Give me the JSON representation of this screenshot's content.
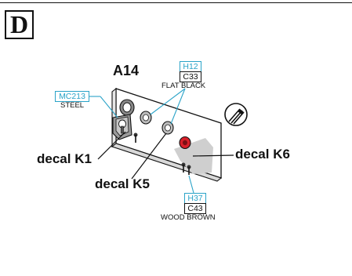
{
  "step": {
    "letter": "D"
  },
  "part": {
    "label": "A14"
  },
  "paints": {
    "flat_black": {
      "code_top": "H12",
      "code_bottom": "C33",
      "name": "FLAT BLACK"
    },
    "steel": {
      "code": "MC213",
      "name": "STEEL"
    },
    "wood_brown": {
      "code_top": "H37",
      "code_bottom": "C43",
      "name": "WOOD BROWN"
    }
  },
  "decals": {
    "k1": "decal K1",
    "k5": "decal K5",
    "k6": "decal K6"
  },
  "colors": {
    "accent": "#2aa3c8",
    "ink": "#111111",
    "decal_red": "#d8202a",
    "decal_gray": "#cfcfcf"
  }
}
